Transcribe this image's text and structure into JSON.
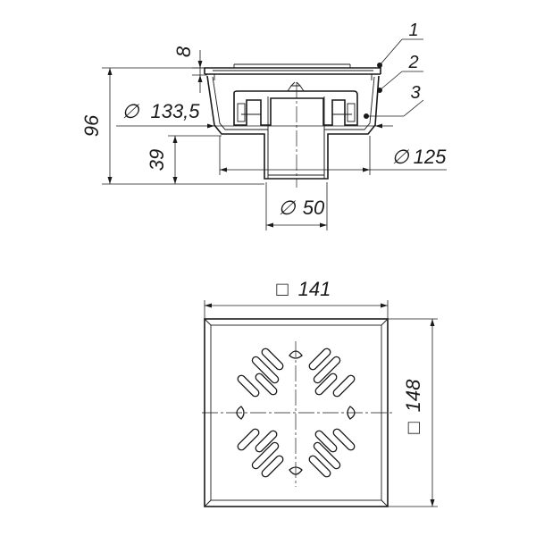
{
  "section_view": {
    "dim_top_flange": "8",
    "dim_height": "96",
    "dim_grate_diameter": "133,5",
    "dim_outlet_height": "39",
    "dim_body_diameter": "125",
    "dim_outlet_diameter": "50"
  },
  "callouts": {
    "part_1": "1",
    "part_2": "2",
    "part_3": "3"
  },
  "plan_view": {
    "dim_width": "141",
    "dim_height": "148"
  },
  "symbols": {
    "diameter": "∅",
    "square": "□"
  }
}
